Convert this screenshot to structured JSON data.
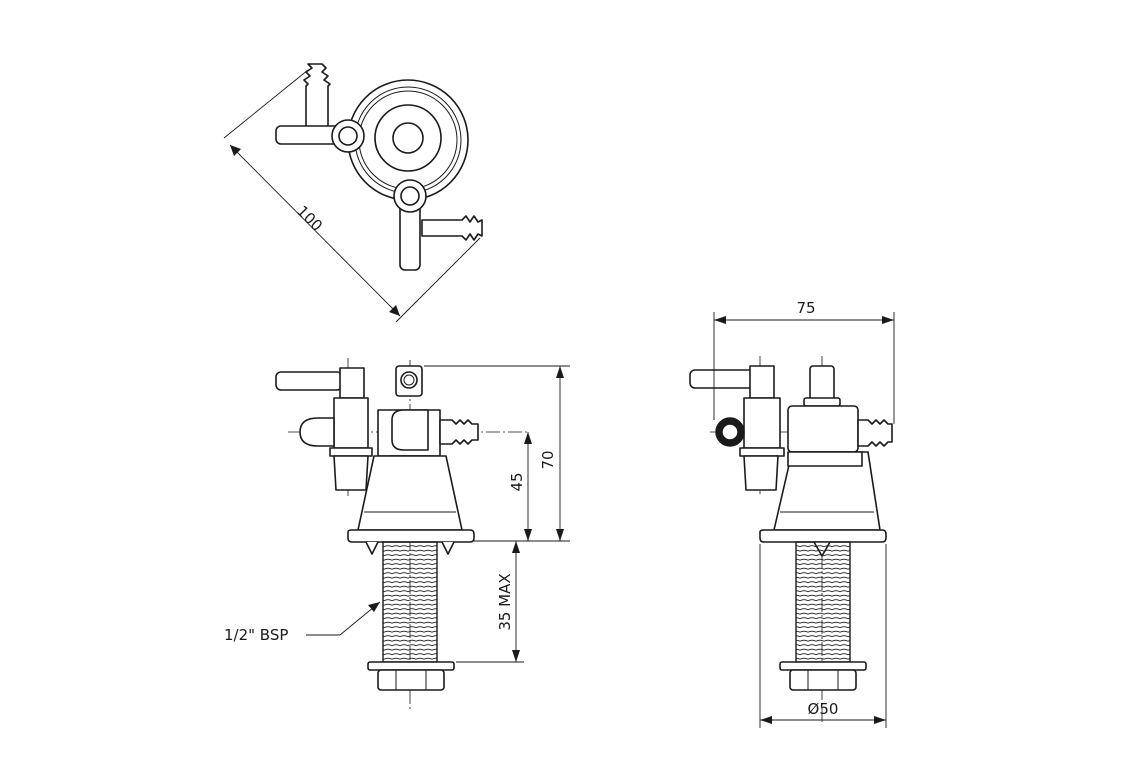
{
  "dimensions": {
    "diagonal": "100",
    "width_side": "75",
    "height_total": "70",
    "height_outlet": "45",
    "thread_length": "35 MAX",
    "base_diameter": "Ø50"
  },
  "labels": {
    "thread_spec": "1/2\" BSP"
  },
  "colors": {
    "line": "#1a1a1a",
    "background": "#ffffff"
  }
}
